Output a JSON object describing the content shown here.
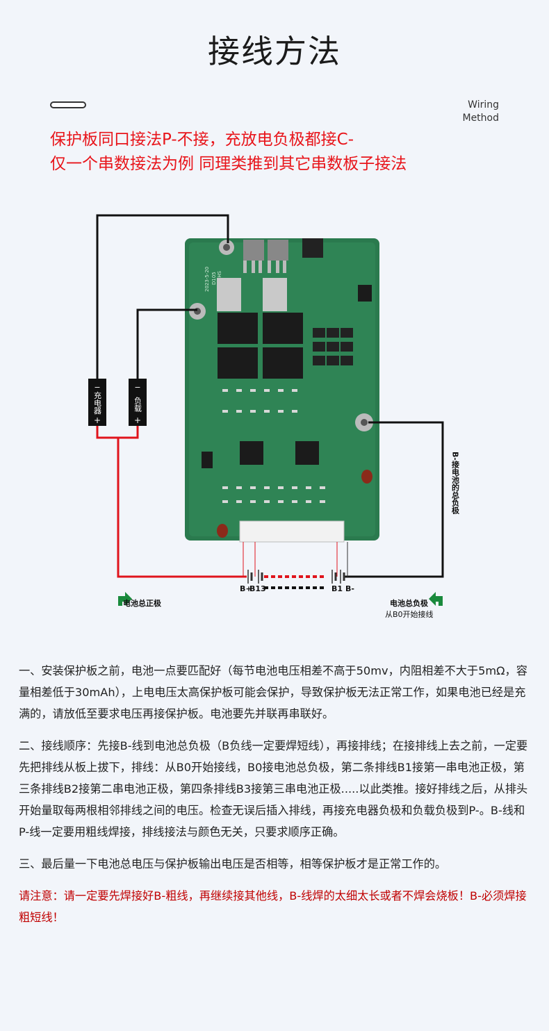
{
  "header": {
    "title": "接线方法",
    "subtitle_en_line1": "Wiring",
    "subtitle_en_line2": "Method"
  },
  "intro": {
    "line1": "保护板同口接法P-不接，充放电负极都接C-",
    "line2": "仅一个串数接法为例 同理类推到其它串数板子接法"
  },
  "diagram": {
    "charger_label": "充电器",
    "load_label": "负载",
    "minus": "−",
    "plus": "+",
    "b_minus_label": "B-接电池的总负极",
    "batt_positive_label": "电池总正极",
    "batt_negative_label": "电池总负极",
    "batt_negative_sub": "从B0开始接线",
    "pin_labels": [
      "B+",
      "B13",
      "B1",
      "B-"
    ],
    "pcb_marking_date": "2023-5-20",
    "pcb_marking_model": "D105",
    "pcb_marking_rohs": "ROHS",
    "colors": {
      "pcb": "#2a7a4e",
      "wire_red": "#e0141c",
      "wire_black": "#111111"
    }
  },
  "instructions": [
    "一、安装保护板之前，电池一点要匹配好（每节电池电压相差不高于50mv，内阻相差不大于5mΩ，容量相差低于30mAh），上电电压太高保护板可能会保护，导致保护板无法正常工作，如果电池已经是充满的，请放低至要求电压再接保护板。电池要先并联再串联好。",
    "二、接线顺序：先接B-线到电池总负极（B负线一定要焊短线），再接排线；在接排线上去之前，一定要先把排线从板上拔下，排线：从B0开始接线，B0接电池总负极，第二条排线B1接第一串电池正极，第三条排线B2接第二串电池正极，第四条排线B3接第三串电池正极.....以此类推。接好排线之后，从排头开始量取每两根相邻排线之间的电压。检查无误后插入排线，再接充电器负极和负载负极到P-。B-线和P-线一定要用粗线焊接，排线接法与颜色无关，只要求顺序正确。",
    "三、最后量一下电池总电压与保护板输出电压是否相等，相等保护板才是正常工作的。"
  ],
  "notice": "请注意：请一定要先焊接好B-粗线，再继续接其他线，B-线焊的太细太长或者不焊会烧板！B-必须焊接粗短线！"
}
